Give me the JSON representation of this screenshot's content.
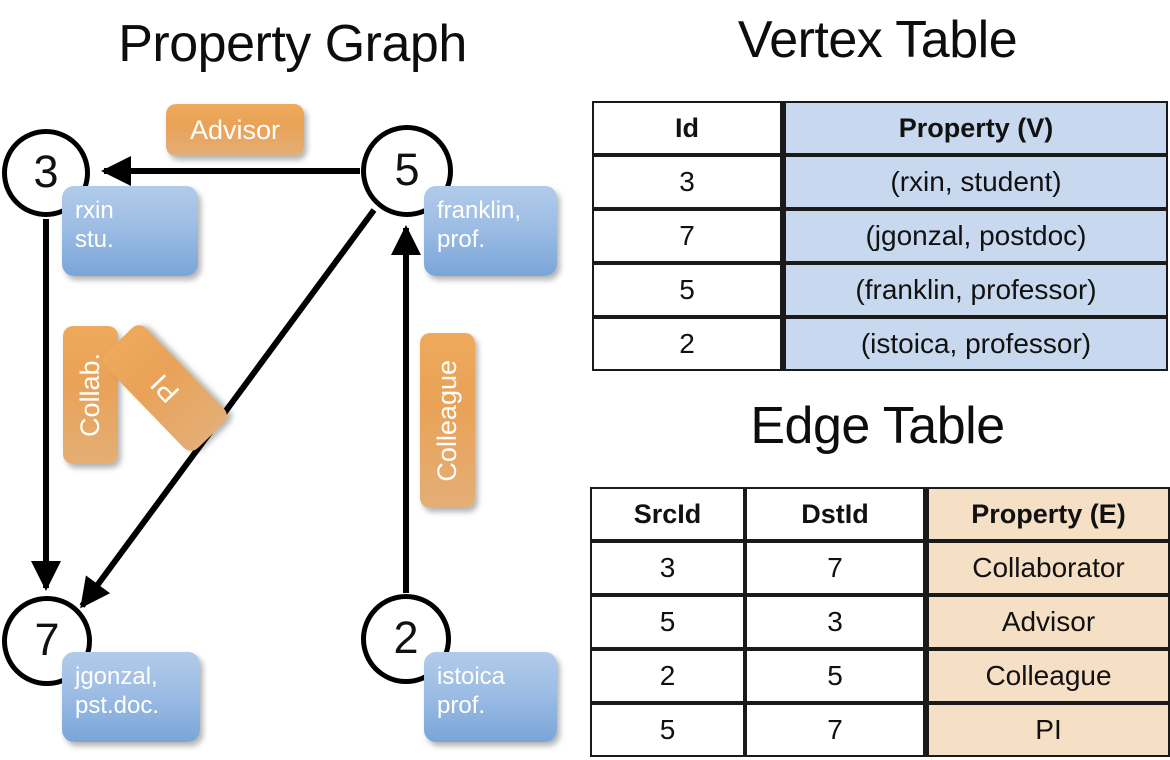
{
  "titles": {
    "property_graph": "Property Graph",
    "vertex_table": "Vertex Table",
    "edge_table": "Edge Table"
  },
  "graph": {
    "vertices": [
      {
        "id": "3",
        "label": "rxin\nstu.",
        "name_line1": "rxin",
        "name_line2": "stu."
      },
      {
        "id": "5",
        "label": "franklin, prof.",
        "name_line1": "franklin,",
        "name_line2": "prof."
      },
      {
        "id": "7",
        "label": "jgonzal, pst.doc.",
        "name_line1": "jgonzal,",
        "name_line2": "pst.doc."
      },
      {
        "id": "2",
        "label": "istoica prof.",
        "name_line1": "istoica",
        "name_line2": "prof."
      }
    ],
    "edge_labels": [
      {
        "name": "advisor",
        "text": "Advisor",
        "orientation": "horizontal"
      },
      {
        "name": "collab",
        "text": "Collab.",
        "orientation": "vertical"
      },
      {
        "name": "pi",
        "text": "PI",
        "orientation": "diagonal"
      },
      {
        "name": "colleague",
        "text": "Colleague",
        "orientation": "vertical"
      }
    ]
  },
  "vertex_table": {
    "headers": [
      "Id",
      "Property (V)"
    ],
    "rows": [
      {
        "id": "3",
        "property": "(rxin, student)"
      },
      {
        "id": "7",
        "property": "(jgonzal, postdoc)"
      },
      {
        "id": "5",
        "property": "(franklin, professor)"
      },
      {
        "id": "2",
        "property": "(istoica, professor)"
      }
    ]
  },
  "edge_table": {
    "headers": [
      "SrcId",
      "DstId",
      "Property (E)"
    ],
    "rows": [
      {
        "src": "3",
        "dst": "7",
        "property": "Collaborator"
      },
      {
        "src": "5",
        "dst": "3",
        "property": "Advisor"
      },
      {
        "src": "2",
        "dst": "5",
        "property": "Colleague"
      },
      {
        "src": "5",
        "dst": "7",
        "property": "PI"
      }
    ]
  },
  "colors": {
    "vertex_property_fill": "#c8d8ef",
    "edge_property_fill": "#f5dfc5",
    "node_box_blue": "#9dbde4",
    "edge_label_orange": "#e9a257",
    "stroke": "#000000"
  }
}
